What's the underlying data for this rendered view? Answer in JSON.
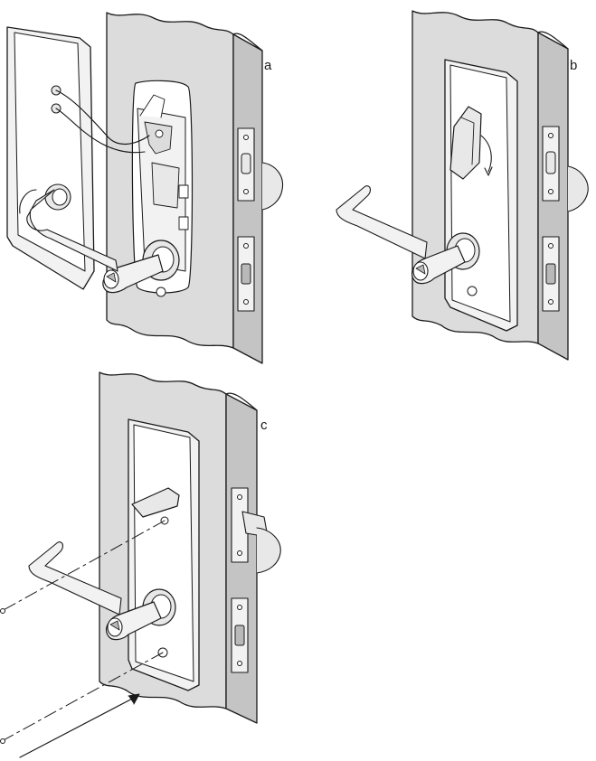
{
  "figure": {
    "panels": [
      {
        "id": "a",
        "label": "a"
      },
      {
        "id": "b",
        "label": "b"
      },
      {
        "id": "c",
        "label": "c"
      }
    ],
    "colors": {
      "door": "#dcdcdc",
      "door_edge": "#c4c4c4",
      "door_dark": "#b9b9b9",
      "trim": "#f2f2f2",
      "metal": "#e8e8e8",
      "line": "#1a1a1a"
    }
  }
}
